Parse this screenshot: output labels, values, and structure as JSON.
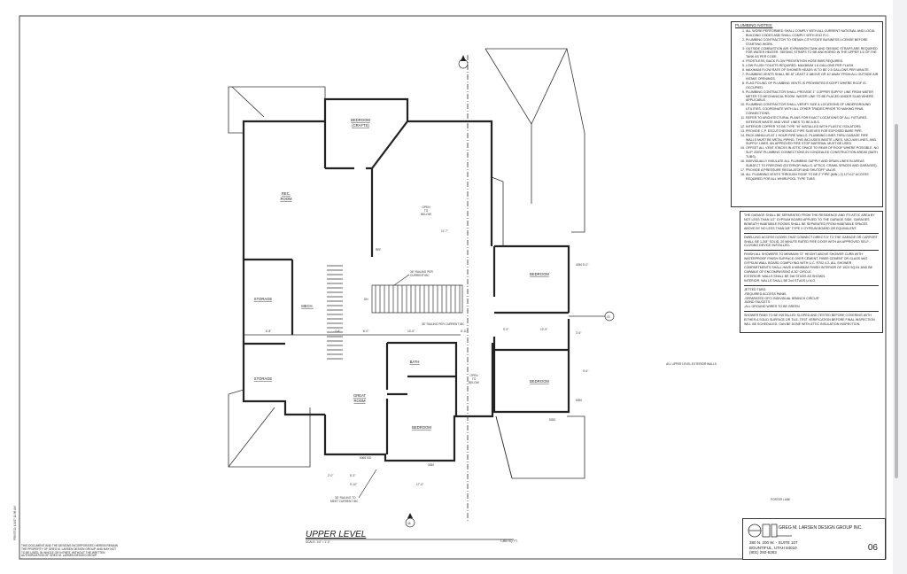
{
  "drawing": {
    "title": "UPPER LEVEL",
    "scale": "SCALE: 1/4\" = 1'-0\"",
    "area": "1,850 SQ. FT.",
    "sheet_number": "06",
    "side_stamp": "PRINTED: 1/1/07 11:36 AM",
    "copyright": "THIS DOCUMENT AND THE DESIGNS INCORPORATED HEREIN REMAIN THE PROPERTY OF GREG M. LARSEN DESIGN GROUP, AND MAY NOT TO BE USED, IN WHOLE OR IN PART, WITHOUT THE WRITTEN AUTHORIZATION OF GREG M. LARSEN DESIGN GROUP.",
    "exterior_note": "ALL UPPER LEVEL EXTERIOR WALLS",
    "porch_label": "PORTER LANE"
  },
  "title_block": {
    "company": "GREG M. LARSEN DESIGN GROUP INC.",
    "address1": "380 N. 200 W. - SUITE 107",
    "address2": "BOUNTIFUL, UTAH 84010",
    "phone": "(801) 292-6263"
  },
  "rooms": {
    "rec_room": [
      "REC.",
      "ROOM"
    ],
    "bedroom_top": [
      "BEDROOM",
      "(CRAFTS)"
    ],
    "open_below_top": [
      "OPEN",
      "TO",
      "BELOW"
    ],
    "storage_1": "STORAGE",
    "storage_2": "STORAGE",
    "mech": "MECH.",
    "great_room": [
      "GREAT",
      "ROOM"
    ],
    "bath": "BATH",
    "bedroom_lower": "BEDROOM",
    "bedroom_right_1": "BEDROOM",
    "bedroom_right_2": "BEDROOM",
    "open_below_mid": [
      "OPEN",
      "TO",
      "BELOW"
    ]
  },
  "annotations": {
    "railing_1": [
      "36\" RAILING PER",
      "CURRENT IBC"
    ],
    "railing_2": "36\" RAILING PER CURRENT IBC",
    "railing_3": [
      "36\" RAILING TO",
      "MEET CURRENT IBC"
    ],
    "ref": "REF.",
    "dn": "DN",
    "door_slider": "6068 S/D"
  },
  "dimensions": [
    "6'-8\"",
    "2'-8\"",
    "6'-0\"",
    "10'-5\"",
    "8'-11\"",
    "9'-9\"",
    "10'-9\"",
    "2'-0\"",
    "8'-3\"",
    "9'-10\"",
    "17'-0\"",
    "11'-7\"",
    "5'-0\"",
    "5'-6\"",
    "3'-6\"",
    "4050",
    "6050",
    "5050",
    "3050"
  ],
  "plumbing_notes": {
    "heading": "PLUMBING NOTES:",
    "items": [
      "ALL WORK PERFORMED SHALL COMPLY WITH ALL CURRENT NATIONAL AND LOCAL BUILDING CODES AND SHALL COMPLY WITH 2012 R.C.",
      "PLUMBING CONTRACTOR TO OBTAIN CITY/STATE BUSINESS LICENSE BEFORE STARTING WORK.",
      "OUTSIDE COMBUSTION AIR, EXPANSION TANK AND SEISMIC STRAPS ARE REQUIRED FOR WATER HEATER. SEISMIC STRAPS TO BE ANCHORED IN THE UPPER 1/3 OF THE TANK AS PER CODE.",
      "FROSTLESS, BACK FLOW PREVENTION HOSE BIBS REQUIRED.",
      "LOW FLUSH TOILETS REQUIRED. MAXIMUM 1.6 GALLONS PER FLUSH.",
      "MAXIMUM FLOW RATE OF SHOWER HEADS IS TO BE 2.5 GALLONS PER MINUTE.",
      "PLUMBING VENTS SHALL BE AT LEAST 3' ABOVE OR 10' AWAY FROM ALL OUTSIDE AIR INTAKE OPENINGS.",
      "FLAG POLING OF PLUMBING VENTS IS PROHIBITED EXCEPT WHERE ROOF IS OCCUPIED.",
      "PLUMBING CONTRACTOR SHALL PROVIDE 1\" COPPER SUPPLY LINE FROM WATER METER TO MECHANICAL ROOM. WATER LINE TO BE PLACED UNDER SLAB WHERE APPLICABLE.",
      "PLUMBING CONTRACTOR SHALL VERIFY SIZE & LOCATIONS OF UNDERGROUND UTILITIES. COORDINATE WITH ALL OTHER TRADES PRIOR TO MAKING FINAL CONNECTIONS.",
      "REFER TO ARCHITECTURAL PLANS FOR EXACT LOCATIONS OF ALL FIXTURES. INTERIOR WASTE AND VENT LINES TO BE A.B.S.",
      "INTERIOR COPPER TO BE TYPE \"M\" INSTALLED WITH PLASTIC ISOLATORS.",
      "PROVIDE C.P. ESCUTCHEONS AT PIPE SLEEVES FOR EXPOSED BARE PIPE.",
      "PACK ANNULUS AT 1 HOUR FIRE WALLS. PLUMBING LINES THRU GARAGE FIRE WALLS MUST BE METAL PIPING. THIS INCLUDES WASTE LINES, VACUUM LINES, AND SUPPLY LINES. AN APPROVED FIRE STOP MATERIAL MUST BE USED.",
      "OFFSET ALL VENT STACKS IN ATTIC SPACE TO REAR OF ROOF WHERE POSSIBLE. NO SLIP JOINT PLUMBING CONNECTIONS IN CONCEALED CONSTRUCTION AREAS (BATH TUBS).",
      "INDIVIDUALLY INSULATE ALL PLUMBING SUPPLY AND DRAIN LINES IN AREAS SUBJECT TO FREEZING (EXTERIOR WALLS, ATTICS, CRAWL SPACES AND GARAGES).",
      "PROVIDE A PRESSURE REGULATOR AND SHUTOFF VALVE.",
      "ALL PLUMBING VENTS THROUGH ROOF TO BE 2\" PIPE (MIN.) 2) 12\"x12\" ACCESS REQUIRED FOR ALL WHIRLPOOL TYPE TUBS."
    ]
  },
  "general_notes": [
    "THE GARAGE SHALL BE SEPARATED FROM THE RESIDENCE AND ITS ATTIC AREA BY NOT LESS THAN 1/2\" GYPSUM BOARD APPLIED TO THE GARAGE SIDE. GARAGES BENEATH HABITABLE ROOMS SHALL BE SEPARATED FROM HABITABLE SPACES ABOVE BY NO LESS THAN 5/8\" TYPE X GYPSUM BOARD OR EQUIVALENT.",
    "DWELLING ACCESS DOORS THAT CONNECT DIRECTLY TO THE GARAGE OR CARPORT SHALL BE 1-3/8\" SOLID, 20 MINUTE RATED FIRE DOOR WITH AN APPROVED SELF-CLOSING DEVICE INSTALLED.",
    "FINISH ALL SHOWERS TO MINIMUM 72\" HEIGHT ABOVE SHOWER CURB WITH WATERPROOF FINISH SURFACE OVER CEMENT, FIBER CEMENT OR GLASS MAT GYPSUM WALL BOARD COMPLYING WITH U.C. R702.4.2. ALL SHOWER COMPARTMENTS SHALL HAVE A MINIMUM FINISH INTERIOR OF 1024 SQ.IN. AND BE CAPABLE OF ENCOMPASSING A 30\" CIRCLE.\nEXTERIOR: WALLS SHALL BE 2x6 STUDS AS SHOWN.\nINTERIOR: WALLS SHALL BE 2x4 STUDS U.N.O.",
    "JETTED TUBS:\n-REQUIRED ACCESS PANEL\n-SEPARATED GFCI INDIVIDUAL BRANCH CIRCUIT\n-BOND FAUCETS\n-ALL GROUND WIRES TO BE GREEN",
    "SHOWER PANS TO BE INSTALLED SLOPED AND TESTED BEFORE COVERING WITH EITHER A SOLID SURFACE OR TILE. TEST VERIFICATION BEFORE FINAL INSPECTION WILL BE SCHEDULED. CAN BE DONE WITH ATTIC INSULATION INSPECTION."
  ],
  "markers": {
    "north_top": "N",
    "section_bottom": "06",
    "section_right": "03"
  },
  "colors": {
    "ink": "#222222",
    "paper": "#ffffff",
    "background": "#f2f2f4"
  }
}
